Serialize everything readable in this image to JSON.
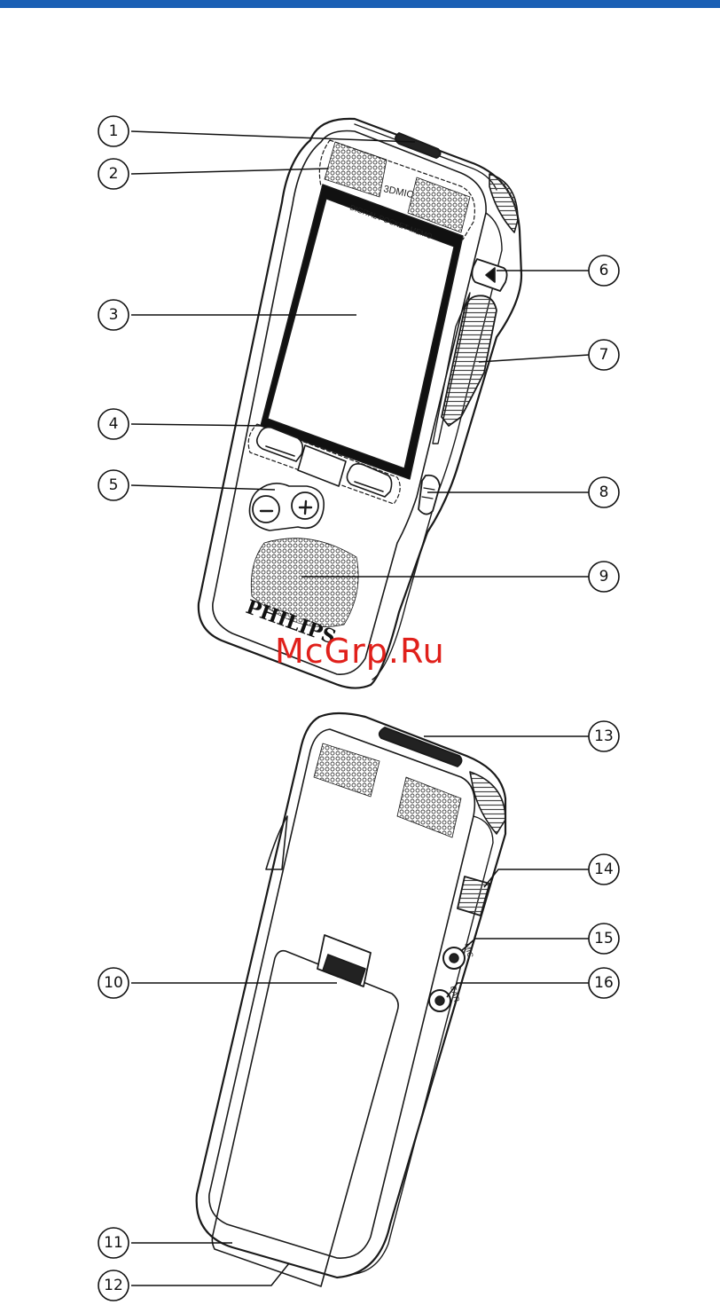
{
  "header": {
    "bar_color": "#1a5fb4"
  },
  "device_front": {
    "mic_label": "3DMIC",
    "product_label": "DIGITAL POCKET MEMO",
    "brand": "PHILIPS",
    "minus_symbol": "−",
    "plus_symbol": "+"
  },
  "device_back": {
    "jack_mic_label": "MIC",
    "jack_ear_label": "EAR"
  },
  "callouts": [
    "1",
    "2",
    "3",
    "4",
    "5",
    "6",
    "7",
    "8",
    "9",
    "10",
    "11",
    "12",
    "13",
    "14",
    "15",
    "16"
  ],
  "watermark": {
    "text": "McGrp.Ru",
    "color": "#e0201b"
  }
}
